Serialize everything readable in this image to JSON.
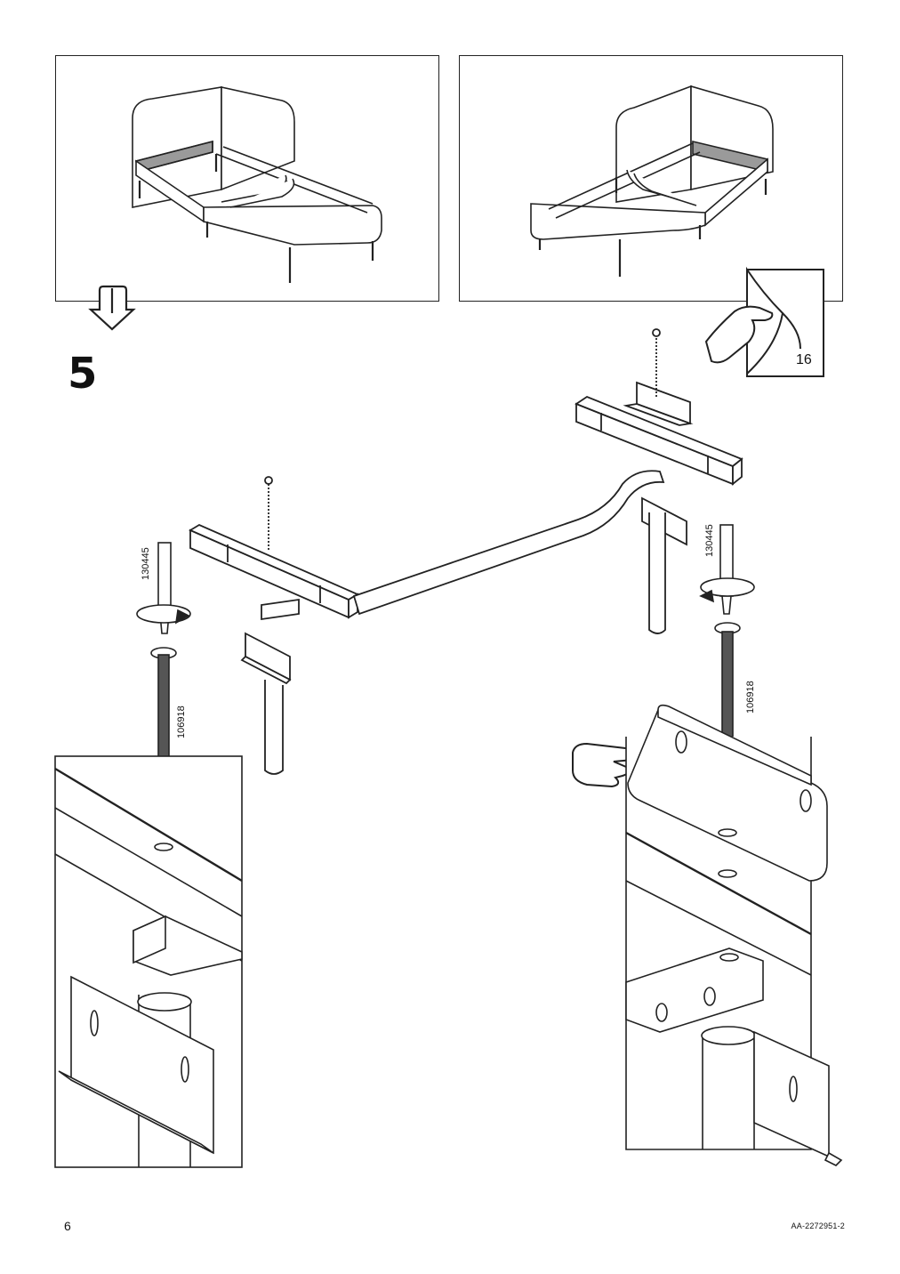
{
  "step": {
    "number": "5"
  },
  "page": {
    "number": "6",
    "document_code": "AA-2272951-2"
  },
  "page_reference": {
    "label": "16",
    "icon": "page-turn-icon"
  },
  "parts": {
    "screwdriver_left_code": "130445",
    "screwdriver_right_code": "130445",
    "bolt_left_code": "106918",
    "bolt_right_code": "106918"
  },
  "icons": {
    "next_arrow": "down-arrow-icon",
    "pointing_hand": "pointing-hand-icon",
    "rotate_left": "rotate-arrow-icon",
    "rotate_right": "rotate-arrow-icon"
  }
}
